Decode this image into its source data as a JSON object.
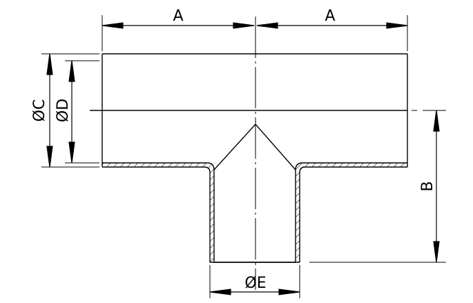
{
  "colors": {
    "line": "#000000",
    "background": "#ffffff"
  },
  "labels": {
    "dim_a_left": "A",
    "dim_a_right": "A",
    "dim_b": "B",
    "dim_c": "ØC",
    "dim_d": "ØD",
    "dim_e": "ØE"
  }
}
